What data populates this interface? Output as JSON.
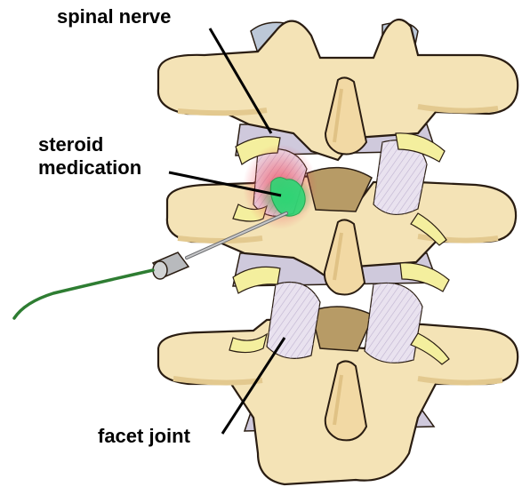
{
  "labels": {
    "spinal_nerve": "spinal nerve",
    "steroid_line1": "steroid",
    "steroid_line2": "medication",
    "facet_joint": "facet joint"
  },
  "colors": {
    "bone": "#f4e3b6",
    "bone_shade": "#e3c98f",
    "outline": "#2a1d12",
    "nerve": "#f4ef9e",
    "disc": "#c9c3d6",
    "cartilage": "#d8cfe1",
    "inflammation": "#ef6e7a",
    "medication": "#2ed675",
    "tube": "#2e7d32",
    "needle": "#a7a9ac",
    "canal_shadow": "#b79b66"
  }
}
